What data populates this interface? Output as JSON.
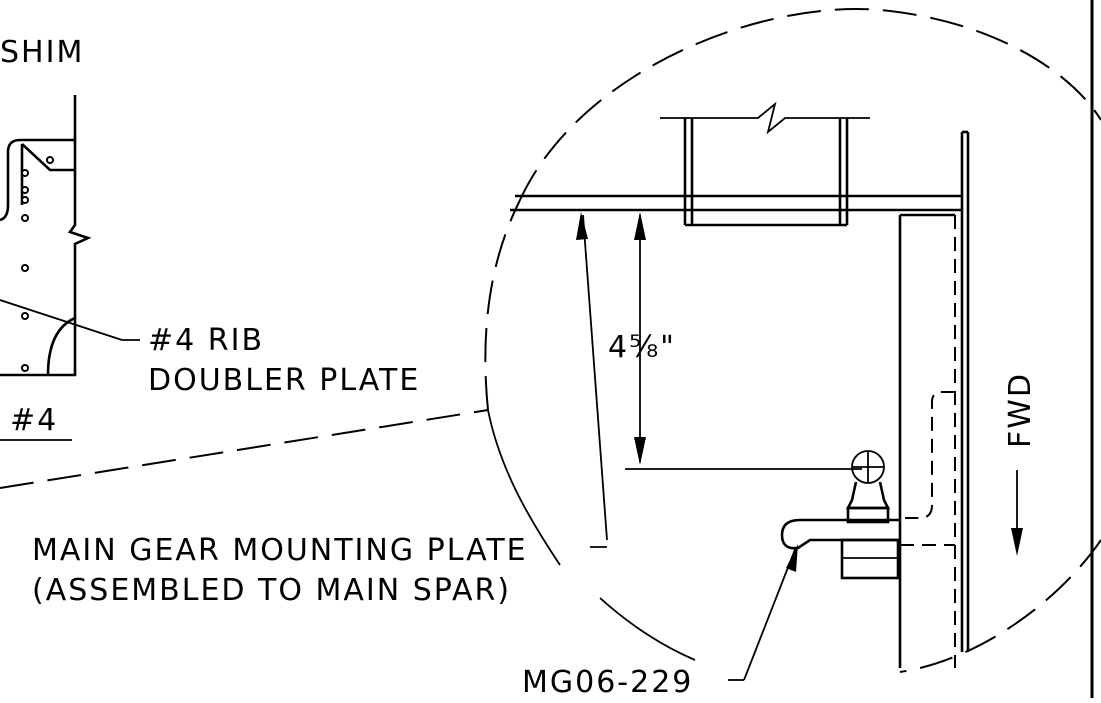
{
  "labels": {
    "shim": "SHIM",
    "rib_line1": "#4 RIB",
    "rib_line2": "DOUBLER PLATE",
    "rib_number": "#4",
    "dimension": "4⅝\"",
    "direction": "FWD",
    "mounting_line1": "MAIN GEAR MOUNTING PLATE",
    "mounting_line2": "(ASSEMBLED TO MAIN SPAR)",
    "part_number": "MG06-229"
  }
}
